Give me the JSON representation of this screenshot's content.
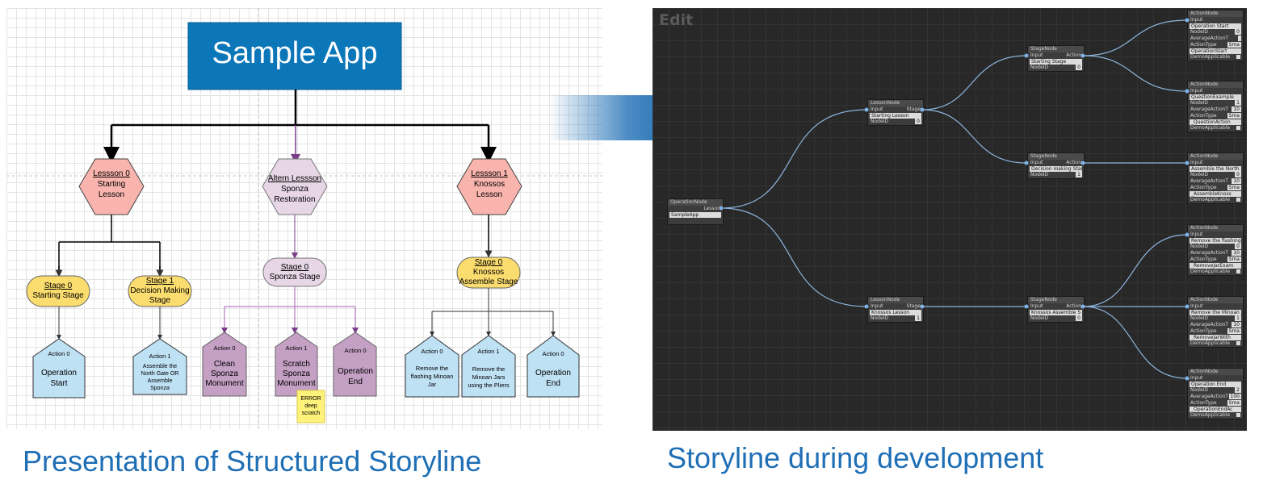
{
  "captions": {
    "left": "Presentation of Structured Storyline",
    "right": "Storyline during development"
  },
  "flowchart": {
    "title": "Sample App",
    "lessons": [
      {
        "heading": "Lessson 0",
        "lines": [
          "Starting",
          "Lesson"
        ]
      },
      {
        "heading": "Altern Lessson",
        "lines": [
          "Sponza",
          "Restoration"
        ]
      },
      {
        "heading": "Lessson 1",
        "lines": [
          "Knossos",
          "Lesson"
        ]
      }
    ],
    "stages": [
      {
        "heading": "Stage 0",
        "lines": [
          "Starting Stage"
        ]
      },
      {
        "heading": "Stage 1",
        "lines": [
          "Decision Making",
          "Stage"
        ]
      },
      {
        "heading": "Stage 0",
        "lines": [
          "Sponza Stage"
        ]
      },
      {
        "heading": "Stage 0",
        "lines": [
          "Knossos",
          "Assemble Stage"
        ]
      }
    ],
    "actions": [
      {
        "heading": "Action 0",
        "lines": [
          "Operation",
          "Start"
        ]
      },
      {
        "heading": "Action 1",
        "lines": [
          "Assemble the",
          "North Gate OR",
          "Assemble",
          "Sponza"
        ]
      },
      {
        "heading": "Action 0",
        "lines": [
          "Clean",
          "Sponza",
          "Monument"
        ]
      },
      {
        "heading": "Action 1",
        "lines": [
          "Scratch",
          "Sponza",
          "Monument"
        ]
      },
      {
        "heading": "Action 0",
        "lines": [
          "Operation",
          "End"
        ]
      },
      {
        "heading": "Action 0",
        "lines": [
          "Remove the",
          "flashing Minoan",
          "Jar"
        ]
      },
      {
        "heading": "Action 1",
        "lines": [
          "Remove the",
          "Minoan Jars",
          "using the Pliers"
        ]
      },
      {
        "heading": "Action 0",
        "lines": [
          "Operation",
          "End"
        ]
      }
    ],
    "note": [
      "ERROR",
      "deep",
      "scratch"
    ]
  },
  "editor": {
    "title": "Edit",
    "operation_node": {
      "header": "OperationNode",
      "port": "Lesson",
      "field": "SampleApp"
    },
    "lesson_nodes": [
      {
        "header": "LessonNode",
        "input": "Input",
        "output": "Stage",
        "name": "Starting Lesson",
        "id_label": "NodeID",
        "id": "0"
      },
      {
        "header": "LessonNode",
        "input": "Input",
        "output": "Stage",
        "name": "Knossos Lesson",
        "id_label": "NodeID",
        "id": "1"
      }
    ],
    "stage_nodes": [
      {
        "header": "StageNode",
        "input": "Input",
        "output": "Action",
        "name": "Starting Stage",
        "id_label": "NodeID",
        "id": "0"
      },
      {
        "header": "StageNode",
        "input": "Input",
        "output": "Action",
        "name": "Decision making Star",
        "id_label": "NodeID",
        "id": "1"
      },
      {
        "header": "StageNode",
        "input": "Input",
        "output": "Action",
        "name": "Knossos Assemble S",
        "id_label": "NodeID",
        "id": "0"
      }
    ],
    "action_nodes": [
      {
        "header": "ActionNode",
        "input": "Input",
        "name": "Operation Start",
        "id": "0",
        "avg": "",
        "type": "Sma",
        "event": "OperationStart"
      },
      {
        "header": "ActionNode",
        "input": "Input",
        "name": "QuestionExample",
        "id": "1",
        "avg": "10",
        "type": "Sma",
        "event": "_QuestionAction"
      },
      {
        "header": "ActionNode",
        "input": "Input",
        "name": "Assemble the North",
        "id": "0",
        "avg": "10",
        "type": "Sma",
        "event": "_AssembleKnoss"
      },
      {
        "header": "ActionNode",
        "input": "Input",
        "name": "Remove the flashing",
        "id": "0",
        "avg": "10",
        "type": "Sma",
        "event": "_RemoveJarExam"
      },
      {
        "header": "ActionNode",
        "input": "Input",
        "name": "Remove the Minoan J",
        "id": "1",
        "avg": "10",
        "type": "Sma",
        "event": "_RemoveJarWith"
      },
      {
        "header": "ActionNode",
        "input": "Input",
        "name": "Operation End",
        "id": "2",
        "avg": "100",
        "type": "Sma",
        "event": "_OperationEndAc"
      }
    ],
    "action_labels": {
      "id": "NodeID",
      "avg": "AverageActionT",
      "type": "ActionType",
      "demo": "DemoApplicable"
    }
  },
  "colors": {
    "title_box": "#0b76b8",
    "lesson_fill": "#f8b4ad",
    "altern_fill": "#e6d6e6",
    "stage_fill": "#fbdc6e",
    "action_fill": "#bfe1f4",
    "purple_action_fill": "#c4a0c4",
    "arrow": "#1f6fb5",
    "wire": "#8cb4de",
    "caption": "#1f6fb5"
  }
}
